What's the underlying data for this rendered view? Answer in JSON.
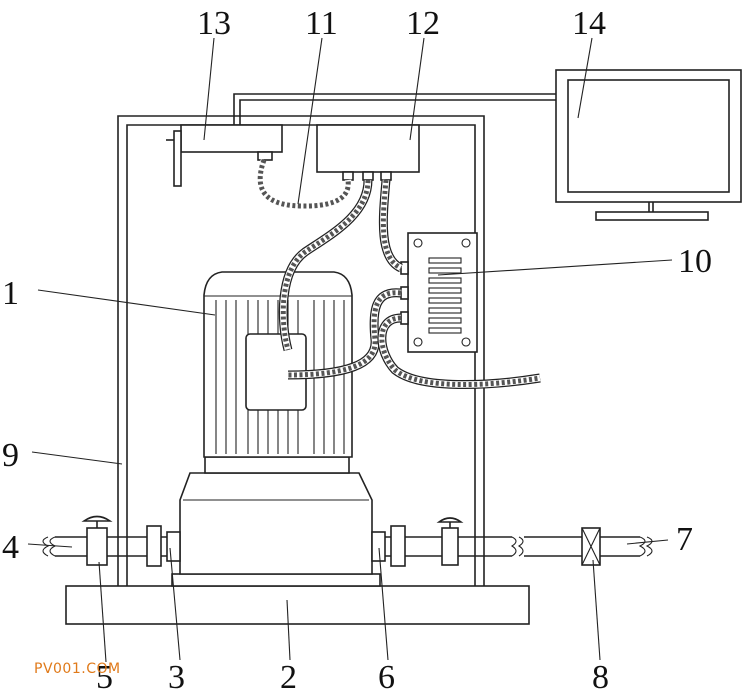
{
  "watermark": "PV001.COM",
  "callouts": [
    {
      "id": "1",
      "label": "1"
    },
    {
      "id": "2",
      "label": "2"
    },
    {
      "id": "3",
      "label": "3"
    },
    {
      "id": "4",
      "label": "4"
    },
    {
      "id": "5",
      "label": "5"
    },
    {
      "id": "6",
      "label": "6"
    },
    {
      "id": "7",
      "label": "7"
    },
    {
      "id": "8",
      "label": "8"
    },
    {
      "id": "9",
      "label": "9"
    },
    {
      "id": "10",
      "label": "10"
    },
    {
      "id": "11",
      "label": "11"
    },
    {
      "id": "12",
      "label": "12"
    },
    {
      "id": "13",
      "label": "13"
    },
    {
      "id": "14",
      "label": "14"
    }
  ]
}
